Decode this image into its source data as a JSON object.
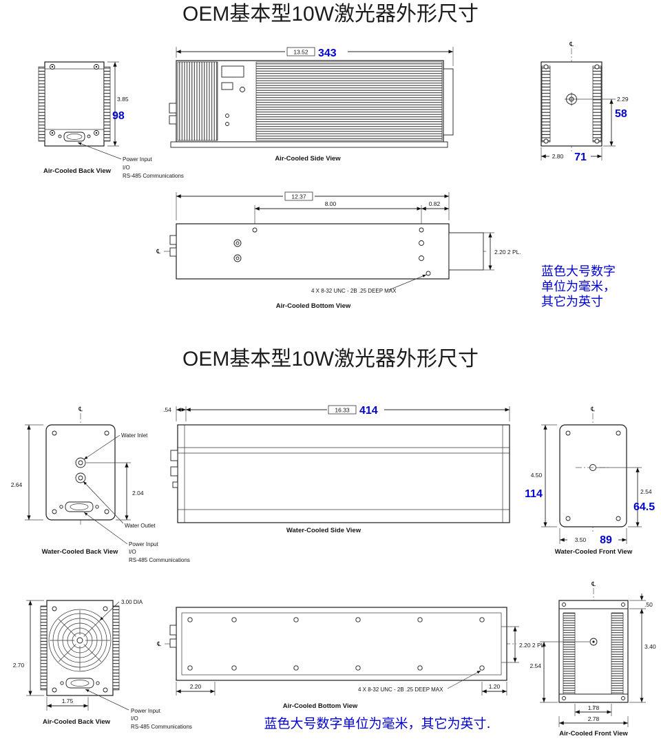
{
  "meta": {
    "accent_blue": "#0000d2",
    "ink": "#1a1a1a",
    "background": "#ffffff"
  },
  "top_section": {
    "title": "OEM基本型10W激光器外形尺寸",
    "back_view": {
      "label": "Air-Cooled Back View",
      "height_in": "3.85",
      "height_mm": "98",
      "callout1": "Power Input",
      "callout2": "I/O",
      "callout3": "RS-485 Communications"
    },
    "side_view": {
      "label": "Air-Cooled Side View",
      "length_in": "13.52",
      "length_mm": "343"
    },
    "front_view": {
      "centerline": "℄",
      "beam_height_in": "2.29",
      "beam_height_mm": "58",
      "width_in": "2.80",
      "width_mm": "71"
    },
    "bottom_view": {
      "label": "Air-Cooled Bottom View",
      "centerline": "℄",
      "length_in": "12.37",
      "hole_span_in": "8.00",
      "hole_offset_in": "0.82",
      "width_in": "2.20 2 PL.",
      "thread_note": "4 X 8-32 UNC - 2B .25 DEEP MAX"
    },
    "unit_note_line1": "蓝色大号数字",
    "unit_note_line2": "单位为毫米，",
    "unit_note_line3": "其它为英寸"
  },
  "bottom_section": {
    "title": "OEM基本型10W激光器外形尺寸",
    "water_back_view": {
      "label": "Water-Cooled Back View",
      "centerline": "℄",
      "inlet_label": "Water Inlet",
      "outlet_label": "Water Outlet",
      "height_in": "2.64",
      "inlet_to_base_in": "2.04",
      "callout1": "Power Input",
      "callout2": "I/O",
      "callout3": "RS-485 Communications"
    },
    "water_side_view": {
      "label": "Water-Cooled Side View",
      "offset_in": ".54",
      "length_in": "16.33",
      "length_mm": "414"
    },
    "water_front_view": {
      "label": "Water-Cooled Front View",
      "centerline": "℄",
      "height_in": "4.50",
      "height_mm": "114",
      "beam_height_in": "2.54",
      "beam_height_mm": "64.5",
      "width_in": "3.50",
      "width_mm": "89"
    },
    "air_back_view": {
      "label": "Air-Cooled Back View",
      "fan_dia": "3.00 DIA",
      "height_in": "2.70",
      "offset_in": "1.75",
      "callout1": "Power Input",
      "callout2": "I/O",
      "callout3": "RS-485 Communications"
    },
    "air_bottom_view": {
      "label": "Air-Cooled Bottom View",
      "centerline": "℄",
      "width_in": "2.20 2 PL",
      "edge_in": "2.20",
      "thread_note": "4 X 8-32 UNC - 2B .25 DEEP MAX",
      "offset_in": "1.20"
    },
    "air_front_view": {
      "label": "Air-Cooled Front View",
      "centerline": "℄",
      "lid_in": ".50",
      "height_in": "3.40",
      "beam_height_in": "2.54",
      "inner_width_in": "1.78",
      "width_in": "2.78"
    },
    "unit_note": "蓝色大号数字单位为毫米，其它为英寸."
  }
}
